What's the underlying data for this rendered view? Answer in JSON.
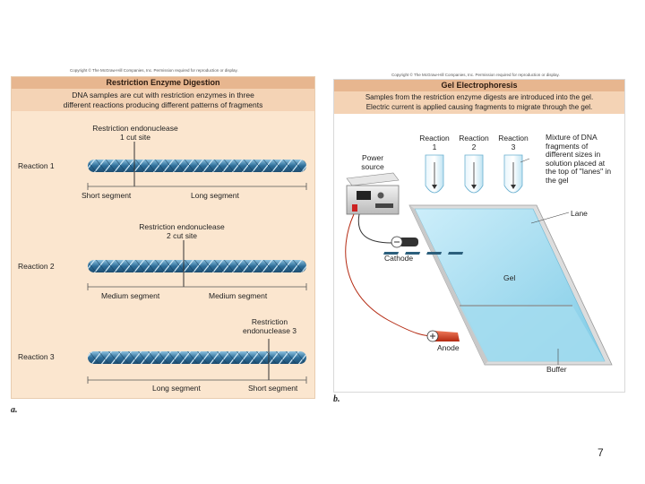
{
  "panel_a": {
    "copyright": "Copyright © The McGraw-Hill Companies, Inc. Permission required for reproduction or display.",
    "title": "Restriction Enzyme Digestion",
    "subtitle_line1": "DNA samples are cut with restriction enzymes in three",
    "subtitle_line2": "different reactions producing different patterns of fragments",
    "reactions": [
      {
        "label": "Reaction 1",
        "enzyme_line1": "Restriction endonuclease",
        "enzyme_line2": "1 cut site",
        "fragment_left": "Short segment",
        "fragment_right": "Long segment"
      },
      {
        "label": "Reaction 2",
        "enzyme_line1": "Restriction endonuclease",
        "enzyme_line2": "2 cut site",
        "fragment_left": "Medium segment",
        "fragment_right": "Medium segment"
      },
      {
        "label": "Reaction 3",
        "enzyme_line1": "Restriction",
        "enzyme_line2": "endonuclease 3",
        "fragment_left": "Long segment",
        "fragment_right": "Short segment"
      }
    ],
    "letter": "a."
  },
  "panel_b": {
    "copyright": "Copyright © The McGraw-Hill Companies, Inc. Permission required for reproduction or display.",
    "title": "Gel Electrophoresis",
    "subtitle_line1": "Samples from the restriction enzyme digests are introduced into the gel.",
    "subtitle_line2": "Electric current is applied causing fragments to migrate through the gel.",
    "power_line1": "Power",
    "power_line2": "source",
    "tubes": [
      {
        "line1": "Reaction",
        "line2": "1"
      },
      {
        "line1": "Reaction",
        "line2": "2"
      },
      {
        "line1": "Reaction",
        "line2": "3"
      }
    ],
    "mixture_lines": [
      "Mixture of DNA",
      "fragments of",
      "different sizes in",
      "solution placed at",
      "the top of \"lanes\" in",
      "the gel"
    ],
    "lane_label": "Lane",
    "cathode_label": "Cathode",
    "gel_label": "Gel",
    "anode_label": "Anode",
    "buffer_label": "Buffer",
    "letter": "b."
  },
  "page_number": "7",
  "colors": {
    "panel_a_bg": "#fbe6cf",
    "header_bg": "#e7b68f",
    "dna_blue": "#2f6f9a",
    "gel_blue": "#8fd3ea",
    "anode_red": "#d63a1e"
  }
}
